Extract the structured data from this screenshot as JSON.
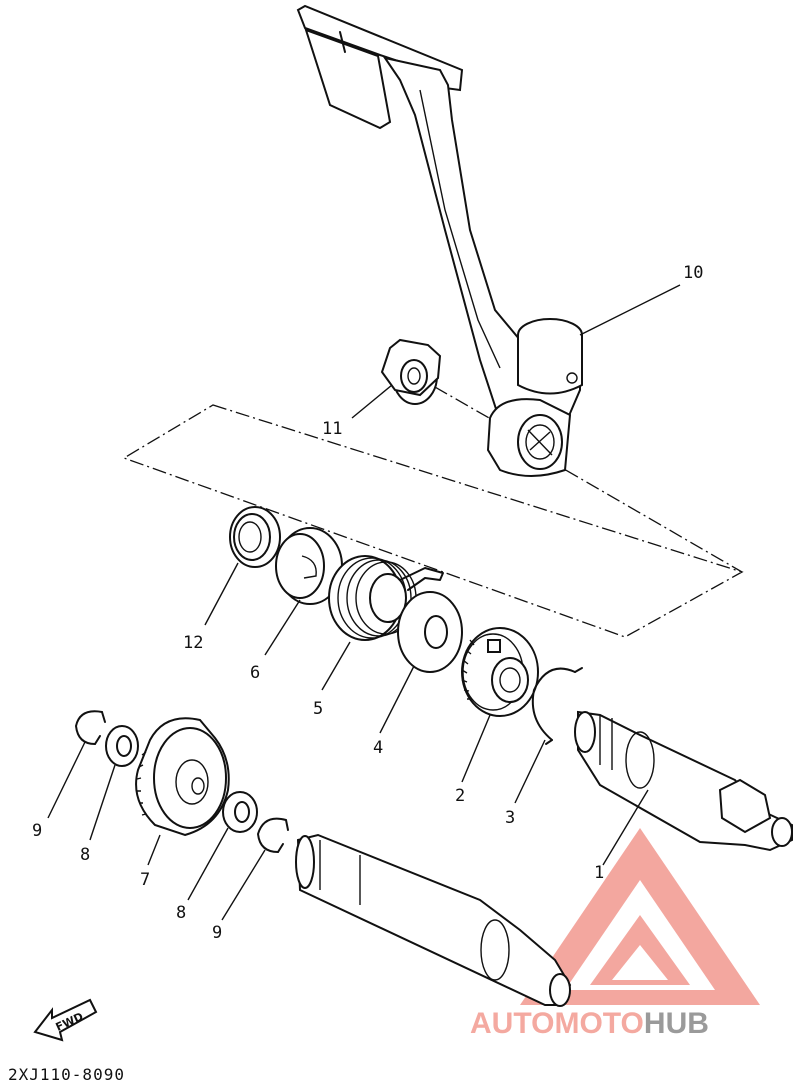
{
  "diagram": {
    "callouts": {
      "c1": "1",
      "c2": "2",
      "c3": "3",
      "c4": "4",
      "c5": "5",
      "c6": "6",
      "c7": "7",
      "c8a": "8",
      "c8b": "8",
      "c9a": "9",
      "c9b": "9",
      "c10": "10",
      "c11": "11",
      "c12": "12"
    },
    "fwd_label": "FWD",
    "drawing_code": "2XJ110-8090"
  },
  "watermark": {
    "part1": "AUTOMOTO",
    "part2": "HUB",
    "color_primary": "#f4a9a0",
    "color_secondary": "#9a9a9a",
    "logo_color": "#f2988f"
  }
}
